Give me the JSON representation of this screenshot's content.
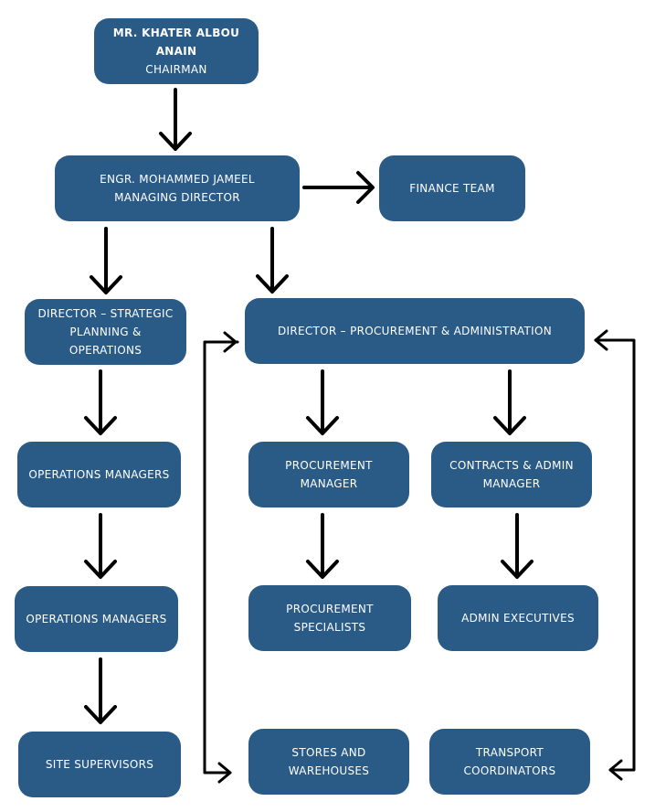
{
  "colors": {
    "box": "#2a5b87",
    "text": "#ffffff",
    "arrow": "#000000"
  },
  "nodes": {
    "chairman": {
      "name": "MR. KHATER ALBOU ANAIN",
      "title": "CHAIRMAN"
    },
    "managing_director": {
      "line1": "ENGR. MOHAMMED JAMEEL",
      "line2": "MANAGING DIRECTOR"
    },
    "finance_team": {
      "label": "FINANCE TEAM"
    },
    "director_strategic": {
      "line1": "DIRECTOR – STRATEGIC",
      "line2": "PLANNING & OPERATIONS"
    },
    "director_procurement": {
      "label": "DIRECTOR – PROCUREMENT & ADMINISTRATION"
    },
    "operations_managers_1": {
      "label": "OPERATIONS MANAGERS"
    },
    "operations_managers_2": {
      "label": "OPERATIONS MANAGERS"
    },
    "site_supervisors": {
      "label": "SITE SUPERVISORS"
    },
    "procurement_manager": {
      "line1": "PROCUREMENT",
      "line2": "MANAGER"
    },
    "contracts_admin_manager": {
      "line1": "CONTRACTS & ADMIN",
      "line2": "MANAGER"
    },
    "procurement_specialists": {
      "line1": "PROCUREMENT",
      "line2": "SPECIALISTS"
    },
    "admin_executives": {
      "label": "ADMIN EXECUTIVES"
    },
    "stores_warehouses": {
      "line1": "STORES AND",
      "line2": "WAREHOUSES"
    },
    "transport_coordinators": {
      "line1": "TRANSPORT",
      "line2": "COORDINATORS"
    }
  }
}
